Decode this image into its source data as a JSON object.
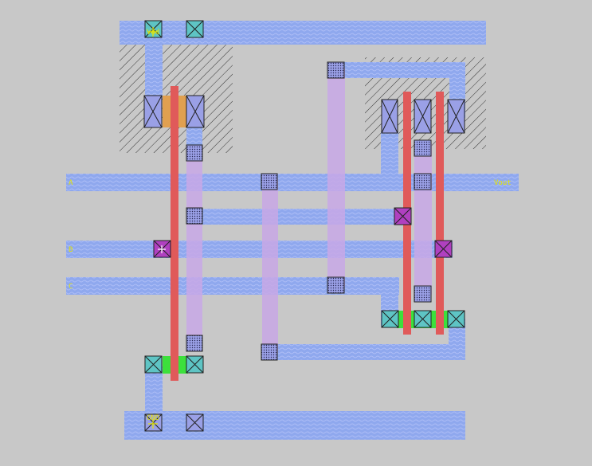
{
  "labels": {
    "net_a": "A",
    "net_b": "B",
    "net_c": "C",
    "vout": "Vout",
    "vdd": "Vdd",
    "gnd": "GND"
  },
  "colors": {
    "background": "#c8c8c8",
    "metal1": "#8fa8ee",
    "metal1_stripe": "#aebef6",
    "metal2": "#c8a8e6",
    "poly": "#e05a5a",
    "ndiff": "#3ce03c",
    "pdiff": "#e0a050",
    "nwell_hatch": "#333333",
    "contact": "#5ec4c4",
    "via": "#9aa0e6",
    "poly_contact": "#b040c0",
    "label": "#e6e600"
  },
  "icons": {
    "contact": "cross-box-icon",
    "via": "dotted-square-icon",
    "poly_contact": "magenta-cross-box-icon"
  }
}
